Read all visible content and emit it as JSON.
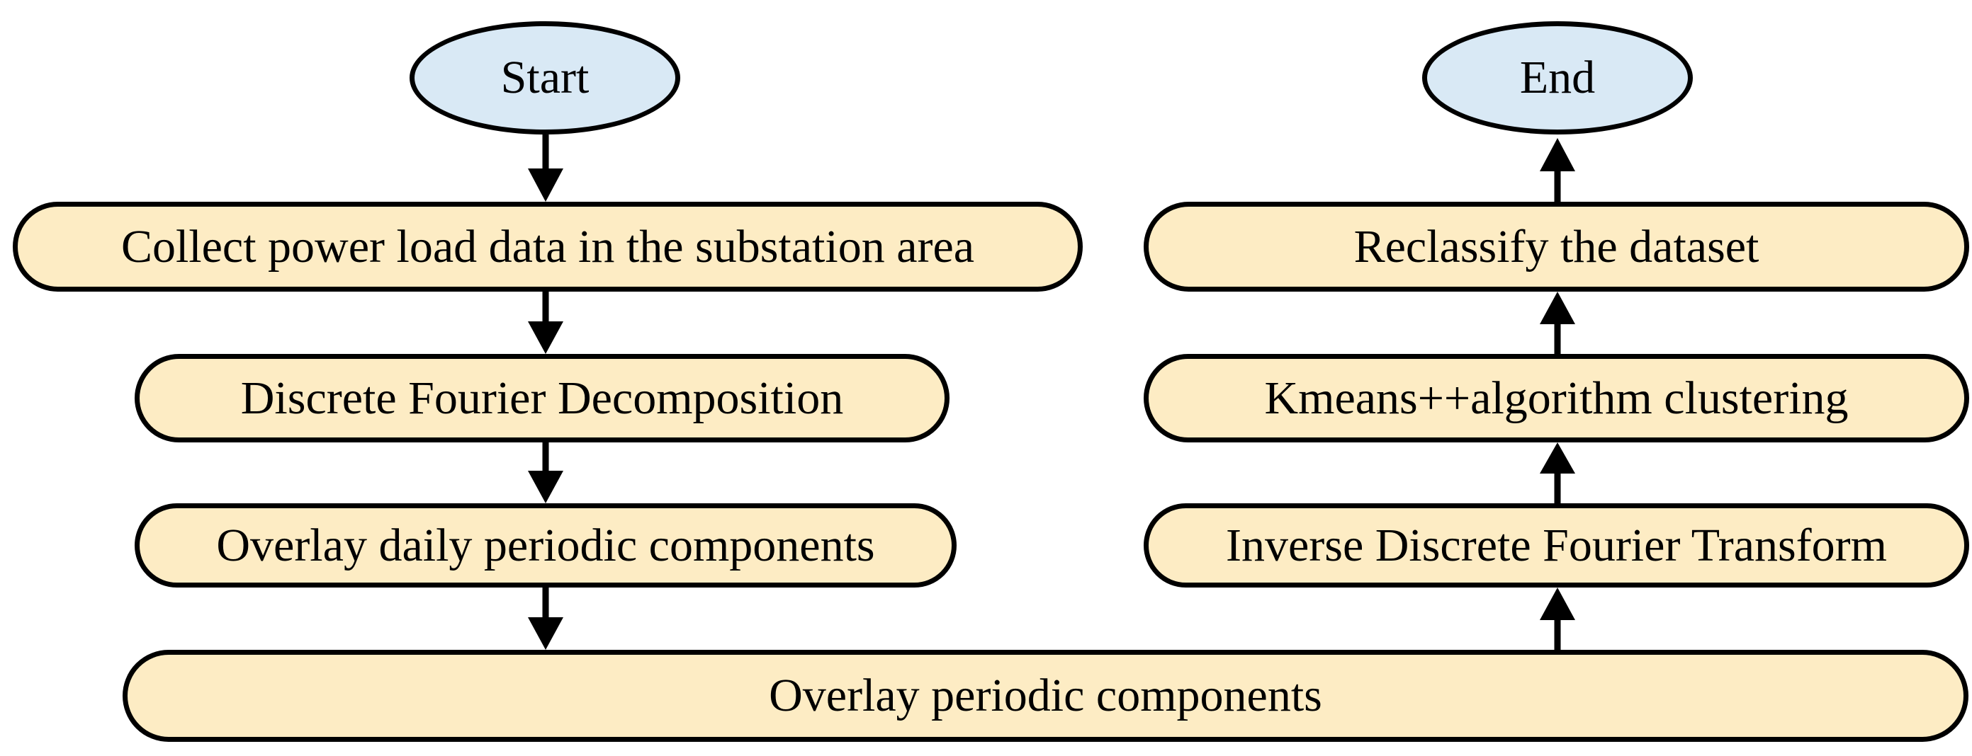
{
  "colors": {
    "process_fill": "#fdecc4",
    "terminal_fill": "#d9e9f5",
    "stroke": "#000000"
  },
  "nodes": {
    "start": "Start",
    "end": "End",
    "collect": "Collect power load data in the substation area",
    "dft": "Discrete Fourier Decomposition",
    "overlay_daily": "Overlay daily periodic components",
    "overlay_periodic": "Overlay periodic components",
    "idft": "Inverse Discrete Fourier Transform",
    "kmeans": "Kmeans++algorithm clustering",
    "reclassify": "Reclassify the dataset"
  }
}
